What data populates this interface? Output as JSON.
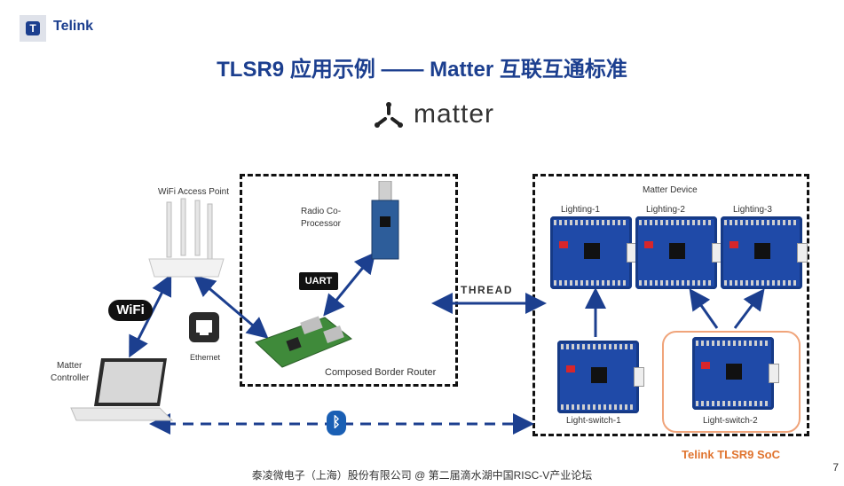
{
  "header": {
    "logo_glyph": "T",
    "brand": "Telink"
  },
  "title": "TLSR9 应用示例 —— Matter 互联互通标准",
  "matter_logo": {
    "icon": "matter-star-icon",
    "word": "matter"
  },
  "left": {
    "wifi_ap_label": "WiFi Access Point",
    "wifi_logo": "WiFi",
    "ethernet_label": "Ethernet",
    "controller_label_1": "Matter",
    "controller_label_2": "Controller"
  },
  "border_router": {
    "rcp_label_1": "Radio Co-",
    "rcp_label_2": "Processor",
    "uart_label": "UART",
    "label": "Composed Border Router"
  },
  "thread_label": "THREAD",
  "matter_device": {
    "label": "Matter Device",
    "lights": [
      "Lighting-1",
      "Lighting-2",
      "Lighting-3"
    ],
    "switches": [
      "Light-switch-1",
      "Light-switch-2"
    ],
    "soc_label": "Telink TLSR9 SoC"
  },
  "footer": "泰凌微电子（上海）股份有限公司 @ 第二届滴水湖中国RISC-V产业论坛",
  "page_number": "7",
  "colors": {
    "brand": "#1c3f8f",
    "arrow": "#1c3f8f",
    "highlight": "#f0a47a",
    "highlight_text": "#e0742f"
  }
}
